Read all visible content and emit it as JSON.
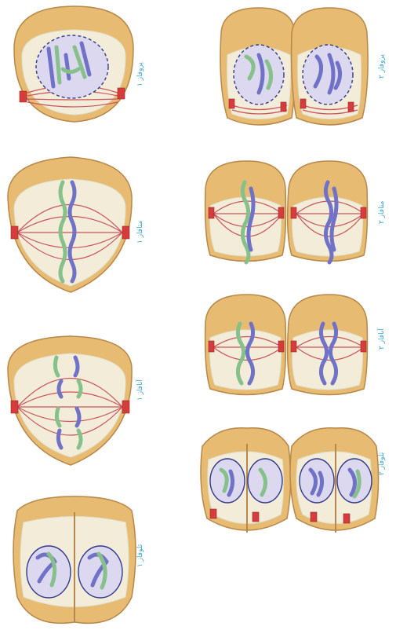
{
  "figure": {
    "background": "#ffffff",
    "colors": {
      "cell_wall": "#e7bb72",
      "cell_wall_edge": "#b8874a",
      "cytoplasm": "#f3ecd9",
      "cytoplasm_texture": "#dfe2cf",
      "spindle": "#c9555b",
      "centrosome": "#d63c3c",
      "chromosome_green": "#86c08a",
      "chromosome_blue": "#6f72c6",
      "nucleus_fill": "#dcd8ef",
      "nucleus_edge": "#2f3a8c",
      "label": "#3aa6cf"
    },
    "columns": [
      {
        "id": "meiosis-1",
        "stages": [
          {
            "id": "prophase-1",
            "label": "پروفاز ۱",
            "kind": "prophase"
          },
          {
            "id": "metaphase-1",
            "label": "متافاز ۱",
            "kind": "metaphase"
          },
          {
            "id": "anaphase-1",
            "label": "آنافاز ۱",
            "kind": "anaphase"
          },
          {
            "id": "telophase-1",
            "label": "تلوفاز ۱",
            "kind": "telophase"
          }
        ]
      },
      {
        "id": "meiosis-2",
        "stages": [
          {
            "id": "prophase-2",
            "label": "پروفاز ۲",
            "kind": "prophase2"
          },
          {
            "id": "metaphase-2",
            "label": "متافاز ۲",
            "kind": "metaphase2"
          },
          {
            "id": "anaphase-2",
            "label": "آنافاز ۲",
            "kind": "anaphase2"
          },
          {
            "id": "telophase-2",
            "label": "تلوفاز ۲",
            "kind": "telophase2"
          }
        ]
      }
    ]
  }
}
